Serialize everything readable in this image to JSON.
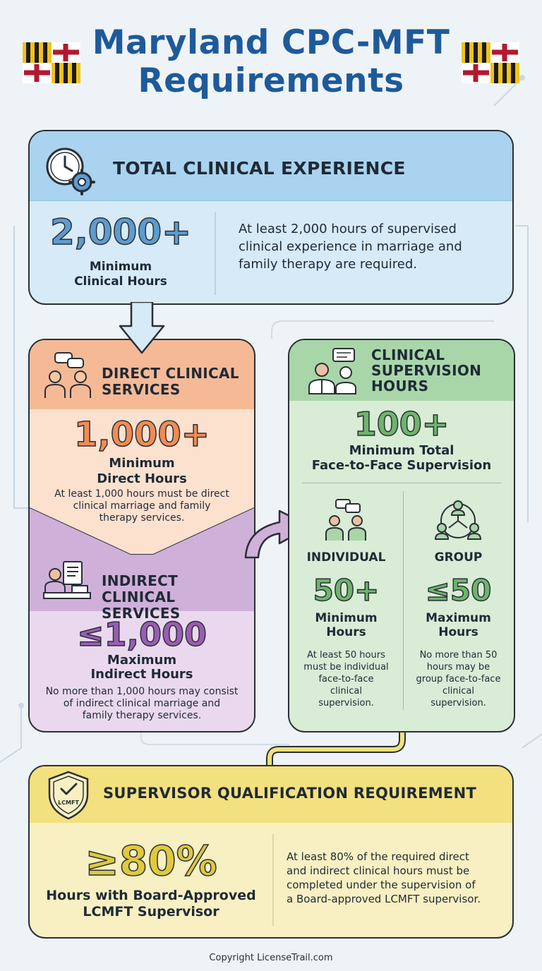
{
  "page": {
    "title_line1": "Maryland CPC-MFT",
    "title_line2": "Requirements",
    "footer": "Copyright LicenseTrail.com"
  },
  "colors": {
    "blue": "#a9d3ee",
    "blue_light": "#d7eaf7",
    "orange": "#f6b996",
    "orange_light": "#fde1cf",
    "purple": "#cfb0d9",
    "purple_light": "#ead9ee",
    "green": "#a9d6a9",
    "green_light": "#d9ecd6",
    "yellow": "#f3e07e",
    "yellow_light": "#f8f0c2",
    "title": "#1e5a9a"
  },
  "total": {
    "icon": "clock-gear-icon",
    "heading": "TOTAL CLINICAL EXPERIENCE",
    "value": "2,000+",
    "label_line1": "Minimum",
    "label_line2": "Clinical Hours",
    "desc_line1": "At least 2,000 hours of supervised",
    "desc_line2": "clinical experience in marriage and",
    "desc_line3": "family therapy are required."
  },
  "direct": {
    "icon": "counseling-people-icon",
    "heading_line1": "DIRECT CLINICAL",
    "heading_line2": "SERVICES",
    "value": "1,000+",
    "label_line1": "Minimum",
    "label_line2": "Direct Hours",
    "desc_line1": "At least 1,000 hours must be direct",
    "desc_line2": "clinical marriage and family",
    "desc_line3": "therapy services."
  },
  "indirect": {
    "icon": "desk-documents-icon",
    "heading_line1": "INDIRECT CLINICAL",
    "heading_line2": "SERVICES",
    "value": "≤1,000",
    "label_line1": "Maximum",
    "label_line2": "Indirect Hours",
    "desc_line1": "No more than 1,000 hours may consist",
    "desc_line2": "of indirect clinical marriage and",
    "desc_line3": "family therapy services."
  },
  "supervision": {
    "icon": "supervisor-icon",
    "heading_line1": "CLINICAL",
    "heading_line2": "SUPERVISION",
    "heading_line3": "HOURS",
    "value": "100+",
    "label_line1": "Minimum Total",
    "label_line2": "Face-to-Face Supervision",
    "individual": {
      "icon": "individual-session-icon",
      "heading": "INDIVIDUAL",
      "value": "50+",
      "label_line1": "Minimum",
      "label_line2": "Hours",
      "desc_line1": "At least 50 hours",
      "desc_line2": "must be individual",
      "desc_line3": "face-to-face",
      "desc_line4": "clinical",
      "desc_line5": "supervision."
    },
    "group": {
      "icon": "group-network-icon",
      "heading": "GROUP",
      "value": "≤50",
      "label_line1": "Maximum",
      "label_line2": "Hours",
      "desc_line1": "No more than 50",
      "desc_line2": "hours may be",
      "desc_line3": "group face-to-face",
      "desc_line4": "clinical",
      "desc_line5": "supervision."
    }
  },
  "supervisor": {
    "icon": "lcmft-shield-icon",
    "badge_text": "LCMFT",
    "heading": "SUPERVISOR QUALIFICATION REQUIREMENT",
    "value": "≥80%",
    "label_line1": "Hours with Board-Approved",
    "label_line2": "LCMFT Supervisor",
    "desc_line1": "At least 80% of the required direct",
    "desc_line2": "and indirect clinical hours must be",
    "desc_line3": "completed under the supervision of",
    "desc_line4": "a Board-approved LCMFT supervisor."
  }
}
